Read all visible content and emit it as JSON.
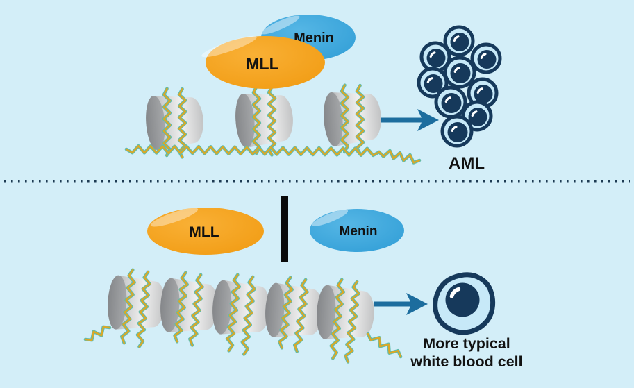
{
  "diagram": {
    "top_panel": {
      "mll_label": "MLL",
      "menin_label": "Menin",
      "outcome_label": "AML"
    },
    "bottom_panel": {
      "mll_label": "MLL",
      "menin_label": "Menin",
      "outcome_label_line1": "More typical",
      "outcome_label_line2": "white blood cell"
    }
  },
  "colors": {
    "background": "#D3EEF8",
    "mll_orange": "#F4A01D",
    "menin_blue": "#3BA6DB",
    "arrow_blue": "#1C6D9E",
    "cell_outline_navy": "#16395B",
    "cell_fill": "#C7E9F8",
    "dna_gold": "#DBA827",
    "dna_outline_teal": "#5FBCAD",
    "histone_gray": "#C9CACB",
    "inhibition_bar": "#0B0B0B",
    "divider_dots": "#1D3B53",
    "label_text": "#121212"
  }
}
